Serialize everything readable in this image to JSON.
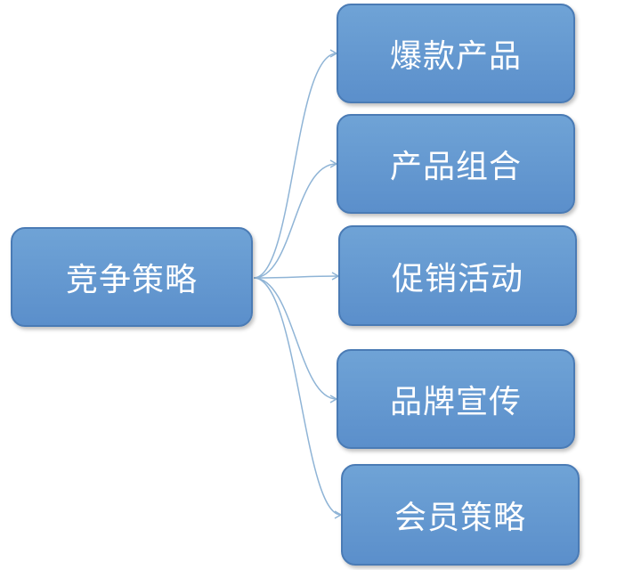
{
  "diagram": {
    "root": {
      "label": "竞争策略"
    },
    "children": [
      {
        "label": "爆款产品"
      },
      {
        "label": "产品组合"
      },
      {
        "label": "促销活动"
      },
      {
        "label": "品牌宣传"
      },
      {
        "label": "会员策略"
      }
    ],
    "colors": {
      "node_fill": "#5b8fcb",
      "node_border": "#4a7bb5",
      "node_text": "#ffffff",
      "connector": "#8fb4d6"
    }
  }
}
